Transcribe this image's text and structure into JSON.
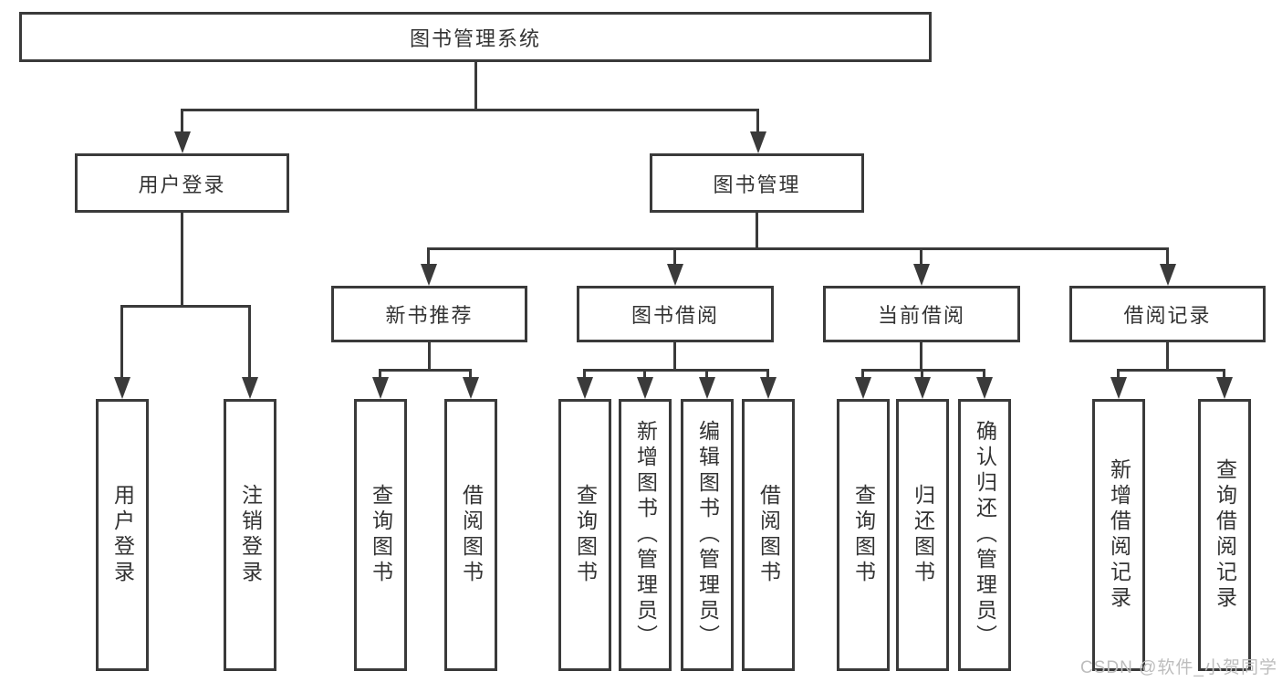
{
  "diagram": {
    "title": "图书管理系统",
    "root": {
      "label": "图书管理系统"
    },
    "level2": [
      {
        "label": "用户登录"
      },
      {
        "label": "图书管理"
      }
    ],
    "level3": [
      {
        "label": "新书推荐"
      },
      {
        "label": "图书借阅"
      },
      {
        "label": "当前借阅"
      },
      {
        "label": "借阅记录"
      }
    ],
    "leaves": {
      "user_login": [
        "用户登录",
        "注销登录"
      ],
      "new_book": [
        "查询图书",
        "借阅图书"
      ],
      "book_borrow": [
        "查询图书",
        "新增图书（管理员）",
        "编辑图书（管理员）",
        "借阅图书"
      ],
      "current_borrow": [
        "查询图书",
        "归还图书",
        "确认归还（管理员）"
      ],
      "borrow_record": [
        "新增借阅记录",
        "查询借阅记录"
      ]
    }
  },
  "watermark": {
    "text": "CSDN @软件_小贺同学"
  },
  "colors": {
    "line": "#3a3a3a",
    "text": "#333333",
    "watermark": "#bdbdbd"
  }
}
